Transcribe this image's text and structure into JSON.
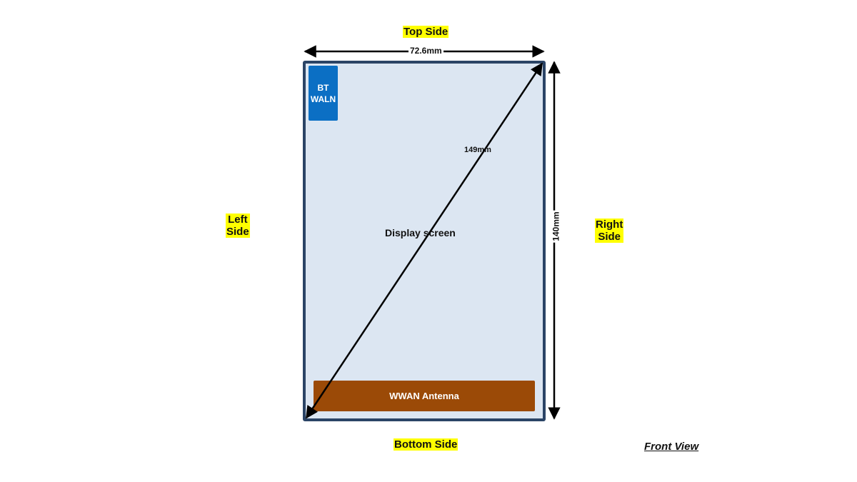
{
  "labels": {
    "top_side": "Top Side",
    "bottom_side": "Bottom Side",
    "left_side": [
      "Left",
      "Side"
    ],
    "right_side": [
      "Right",
      "Side"
    ],
    "front_view": "Front View"
  },
  "dimensions": {
    "width": "72.6mm",
    "height": "140mm",
    "diagonal": "149mm"
  },
  "components": {
    "bt_wlan": [
      "BT",
      "WALN"
    ],
    "display": "Display screen",
    "wwan": "WWAN Antenna"
  },
  "colors": {
    "highlight": "#ffff00",
    "frame": "#2b4466",
    "screen": "#dce6f2",
    "bt_box": "#0b6fc4",
    "antenna": "#9b4a07"
  }
}
